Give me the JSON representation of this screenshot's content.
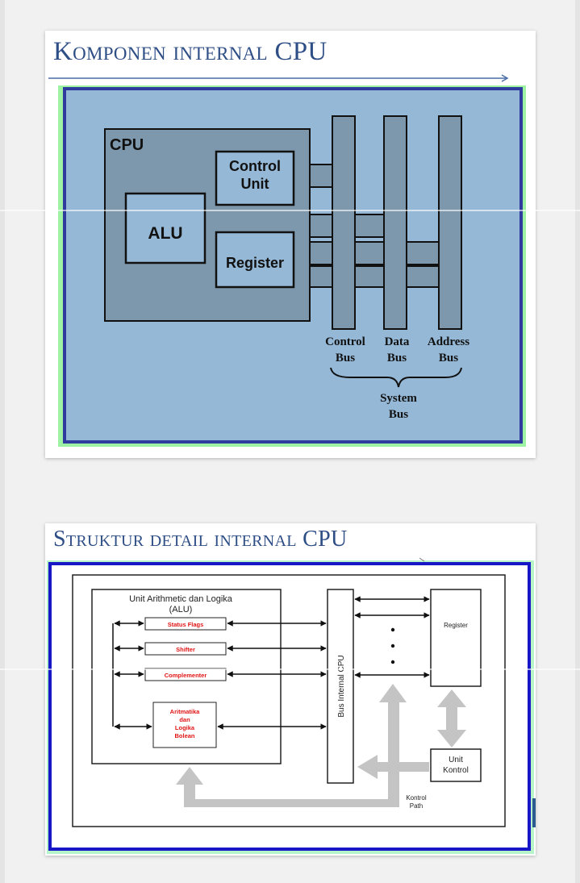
{
  "slides": [
    {
      "title": "Komponen internal CPU",
      "diagram": {
        "cpu_label": "CPU",
        "alu_label": "ALU",
        "control_unit_label_line1": "Control",
        "control_unit_label_line2": "Unit",
        "register_label": "Register",
        "buses": [
          {
            "line1": "Control",
            "line2": "Bus"
          },
          {
            "line1": "Data",
            "line2": "Bus"
          },
          {
            "line1": "Address",
            "line2": "Bus"
          }
        ],
        "system_bus_line1": "System",
        "system_bus_line2": "Bus"
      }
    },
    {
      "title": "Struktur detail internal CPU",
      "diagram": {
        "alu_title_line1": "Unit Arithmetic dan Logika",
        "alu_title_line2": "(ALU)",
        "status_flags": "Status Flags",
        "shifter": "Shifter",
        "complementer": "Complementer",
        "arith_line1": "Aritmatika",
        "arith_line2": "dan",
        "arith_line3": "Logika",
        "arith_line4": "Bolean",
        "bus_internal": "Bus Internal CPU",
        "register": "Register",
        "unit_kontrol_line1": "Unit",
        "unit_kontrol_line2": "Kontrol",
        "kontrol_path_line1": "Kontrol",
        "kontrol_path_line2": "Path"
      }
    }
  ],
  "colors": {
    "title": "#2e4e86",
    "slide1_bg": "#95b8d6",
    "slide1_cpu": "#7d98ad",
    "slide1_frame": "#2f3c9e",
    "slide1_outer": "#9ef2a4",
    "slide2_frame": "#1717c8",
    "slide2_outer": "#b7f5c8",
    "red_text": "#e01515",
    "gray_arrow": "#c4c4c4"
  }
}
